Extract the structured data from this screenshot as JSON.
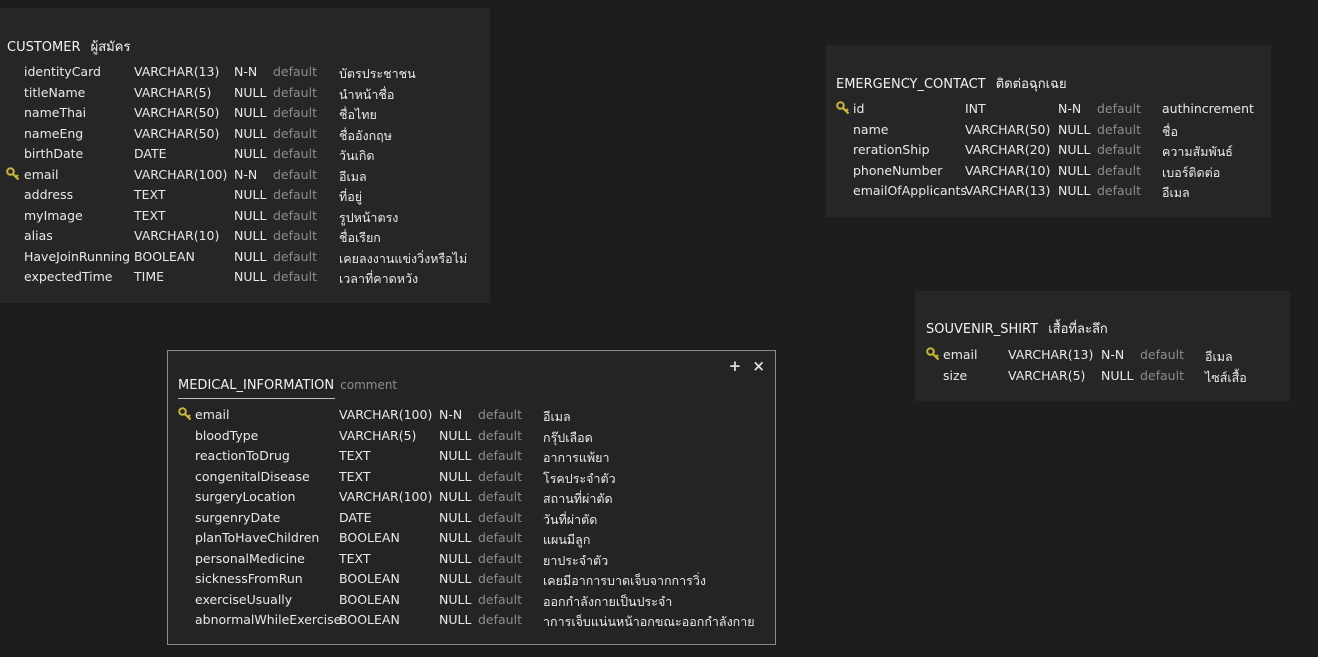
{
  "tables": {
    "customer": {
      "name": "CUSTOMER",
      "comment": "ผู้สมัคร",
      "columns": [
        {
          "name": "identityCard",
          "type": "VARCHAR(13)",
          "nullable": "N-N",
          "default": "default",
          "comment": "บัตรประชาชน",
          "key": false
        },
        {
          "name": "titleName",
          "type": "VARCHAR(5)",
          "nullable": "NULL",
          "default": "default",
          "comment": "นำหน้าชื่อ",
          "key": false
        },
        {
          "name": "nameThai",
          "type": "VARCHAR(50)",
          "nullable": "NULL",
          "default": "default",
          "comment": "ชื่อไทย",
          "key": false
        },
        {
          "name": "nameEng",
          "type": "VARCHAR(50)",
          "nullable": "NULL",
          "default": "default",
          "comment": "ชื่ออังกฤษ",
          "key": false
        },
        {
          "name": "birthDate",
          "type": "DATE",
          "nullable": "NULL",
          "default": "default",
          "comment": "วันเกิด",
          "key": false
        },
        {
          "name": "email",
          "type": "VARCHAR(100)",
          "nullable": "N-N",
          "default": "default",
          "comment": "อีเมล",
          "key": true
        },
        {
          "name": "address",
          "type": "TEXT",
          "nullable": "NULL",
          "default": "default",
          "comment": "ที่อยู่",
          "key": false
        },
        {
          "name": "myImage",
          "type": "TEXT",
          "nullable": "NULL",
          "default": "default",
          "comment": "รูปหน้าตรง",
          "key": false
        },
        {
          "name": "alias",
          "type": "VARCHAR(10)",
          "nullable": "NULL",
          "default": "default",
          "comment": "ชื่อเรียก",
          "key": false
        },
        {
          "name": "HaveJoinRunning",
          "type": "BOOLEAN",
          "nullable": "NULL",
          "default": "default",
          "comment": "เคยลงงานแข่งวิ่งหรือไม่",
          "key": false
        },
        {
          "name": "expectedTime",
          "type": "TIME",
          "nullable": "NULL",
          "default": "default",
          "comment": "เวลาที่คาดหวัง",
          "key": false
        }
      ]
    },
    "emergency_contact": {
      "name": "EMERGENCY_CONTACT",
      "comment": "ติดต่อฉุกเฉย",
      "columns": [
        {
          "name": "id",
          "type": "INT",
          "nullable": "N-N",
          "default": "default",
          "comment": "authincrement",
          "key": true
        },
        {
          "name": "name",
          "type": "VARCHAR(50)",
          "nullable": "NULL",
          "default": "default",
          "comment": "ชื่อ",
          "key": false
        },
        {
          "name": "rerationShip",
          "type": "VARCHAR(20)",
          "nullable": "NULL",
          "default": "default",
          "comment": "ความสัมพันธ์",
          "key": false
        },
        {
          "name": "phoneNumber",
          "type": "VARCHAR(10)",
          "nullable": "NULL",
          "default": "default",
          "comment": "เบอร์ติดต่อ",
          "key": false
        },
        {
          "name": "emailOfApplicants",
          "type": "VARCHAR(13)",
          "nullable": "NULL",
          "default": "default",
          "comment": "อีเมล",
          "key": false
        }
      ]
    },
    "souvenir_shirt": {
      "name": "SOUVENIR_SHIRT",
      "comment": "เสื้อที่ละลึก",
      "columns": [
        {
          "name": "email",
          "type": "VARCHAR(13)",
          "nullable": "N-N",
          "default": "default",
          "comment": "อีเมล",
          "key": true
        },
        {
          "name": "size",
          "type": "VARCHAR(5)",
          "nullable": "NULL",
          "default": "default",
          "comment": "ไซส์เสื้อ",
          "key": false
        }
      ]
    },
    "medical_information": {
      "name": "MEDICAL_INFORMATION",
      "comment": "comment",
      "controls": {
        "add": "+",
        "close": "×"
      },
      "columns": [
        {
          "name": "email",
          "type": "VARCHAR(100)",
          "nullable": "N-N",
          "default": "default",
          "comment": "อีเมล",
          "key": true
        },
        {
          "name": "bloodType",
          "type": "VARCHAR(5)",
          "nullable": "NULL",
          "default": "default",
          "comment": "กรุ๊ปเลือด",
          "key": false
        },
        {
          "name": "reactionToDrug",
          "type": "TEXT",
          "nullable": "NULL",
          "default": "default",
          "comment": "อาการแพ้ยา",
          "key": false
        },
        {
          "name": "congenitalDisease",
          "type": "TEXT",
          "nullable": "NULL",
          "default": "default",
          "comment": "โรคประจำตัว",
          "key": false
        },
        {
          "name": "surgeryLocation",
          "type": "VARCHAR(100)",
          "nullable": "NULL",
          "default": "default",
          "comment": "สถานที่ผ่าตัด",
          "key": false
        },
        {
          "name": "surgenryDate",
          "type": "DATE",
          "nullable": "NULL",
          "default": "default",
          "comment": "วันที่ผ่าตัด",
          "key": false
        },
        {
          "name": "planToHaveChildren",
          "type": "BOOLEAN",
          "nullable": "NULL",
          "default": "default",
          "comment": "แผนมีลูก",
          "key": false
        },
        {
          "name": "personalMedicine",
          "type": "TEXT",
          "nullable": "NULL",
          "default": "default",
          "comment": "ยาประจำตัว",
          "key": false
        },
        {
          "name": "sicknessFromRun",
          "type": "BOOLEAN",
          "nullable": "NULL",
          "default": "default",
          "comment": "เคยมีอาการบาดเจ็บจากการวิ่ง",
          "key": false
        },
        {
          "name": "exerciseUsually",
          "type": "BOOLEAN",
          "nullable": "NULL",
          "default": "default",
          "comment": "ออกกำลังกายเป็นประจำ",
          "key": false
        },
        {
          "name": "abnormalWhileExercise",
          "type": "BOOLEAN",
          "nullable": "NULL",
          "default": "default",
          "comment": "าการเจ็บแน่นหน้าอกขณะออกกำลังกาย",
          "key": false
        }
      ]
    }
  },
  "colors": {
    "key_icon": "#c9b53a"
  }
}
